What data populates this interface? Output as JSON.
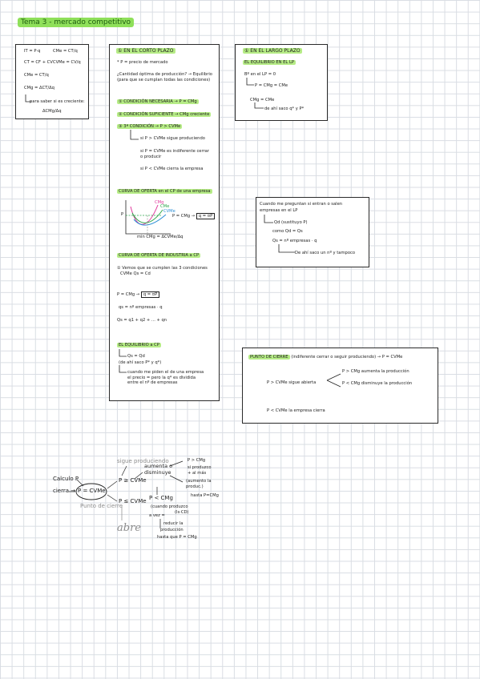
{
  "title": "Tema 3 - mercado competitivo",
  "box_formulas": {
    "lines": [
      "IT = P·q",
      "CMe = CT/q",
      "CT = CF + CV",
      "CVMe = CV/q",
      "CMe = CT/q",
      "CMg = ΔCT/Δq"
    ],
    "note": "para saber si es creciente:",
    "fraction": "ΔCMg/Δq"
  },
  "box_cp": {
    "heading": "① EN EL CORTO PLAZO",
    "price_note": "* P = precio de mercado",
    "q_optimal": "¿Cantidad óptima de producción? → Equilibrio",
    "q_optimal_note": "(para que se cumplan todas las condiciones)",
    "cond1": "① CONDICIÓN NECESARIA → P = CMg",
    "cond2": "② CONDICIÓN SUFICIENTE → CMg creciente",
    "cond3": "③ 3ª CONDICIÓN → P > CVMe",
    "case1": "si P > CVMe sigue produciendo",
    "case2": "si P = CVMe es indiferente cerrar o producir",
    "case3": "si P < CVMe cierra la empresa",
    "supply_heading": "CURVA DE OFERTA en el CP de una empresa",
    "graph_p": "P",
    "graph_cmg": "CMg",
    "graph_cme": "CMe",
    "graph_cvme": "CVMe",
    "graph_eq": "P = CMg →",
    "graph_eq_box": "q = ¤P",
    "graph_min": "min CMg = ΔCVMe/Δq",
    "industry_heading": "CURVA DE OFERTA DE INDUSTRIA a CP",
    "ind_1": "① Vemos que se cumplen las 3 condiciones",
    "ind_1b": "CVMe   Qs = Cd",
    "ind_2": "P = CMg →",
    "ind_2_box": "q = ¤P",
    "ind_3": "qs = nº empresas · q",
    "ind_4": "Qs = q1 + q2 + ... + qn",
    "eq_heading": "EL EQUILIBRIO a CP",
    "eq_1": "Qs = Qd",
    "eq_1b": "(de ahí saco P* y q*)",
    "eq_2": "cuando me piden el de una empresa el precio = pero la q* es dividida entre el nº de empresas"
  },
  "box_lp": {
    "heading": "① EN EL LARGO PLAZO",
    "subheading": "EL EQUILIBRIO EN EL LP",
    "line1": "Bº en el LP = 0",
    "line2": "P = CMg = CMe",
    "line3": "CMg = CMe",
    "line4": "de ahí saco q* y P*"
  },
  "box_entry": {
    "line1": "Cuando me preguntan si entran o salen",
    "line2": "empresas en el LP",
    "line3": "Qd (sustituyo P)",
    "line4": "como Qd = Qs",
    "line5": "Qs = nº empresas · q",
    "line6": "De ahí saco un nº y tampoco"
  },
  "box_close": {
    "title": "PUNTO DE CIERRE",
    "title_rest": "(indiferente cerrar o seguir produciendo) → P = CVMe",
    "p_gt": "P > CVMe sigue abierta",
    "branch1": "P > CMg aumenta la producción",
    "branch2": "P < CMg disminuye la producción",
    "p_lt": "P < CVMe la empresa cierra"
  },
  "mindmap": {
    "calculo": "Calculo P",
    "cierra": "cierra →",
    "center": "P = CVMe",
    "punto_cierre": "Punto de cierre",
    "sigue": "sigue produciendo",
    "p_ge": "P ≥ CVMe",
    "p_le": "P ≤ CVMe",
    "abre": "abre",
    "aumenta": "aumenta o disminuye",
    "p_gt_cmg": "P > CMg",
    "produzco_mas": "si produzco + al más",
    "aumento": "(aumento la produc.)",
    "hasta": "hasta P=CMg",
    "p_lt_cmg": "P < CMg",
    "cuando": "(cuando produzco",
    "cuando2": "(ls·CD)",
    "a_vez": "a vez =",
    "reducir": "reducir la",
    "produccion": "producción",
    "hasta_que": "hasta que P = CMg"
  },
  "colors": {
    "highlight": "#b6ec86",
    "title_bg": "#8fe05a",
    "graph_cmg": "#e0389c",
    "graph_cme": "#2fa84b",
    "graph_cvme": "#2d8fd6"
  }
}
